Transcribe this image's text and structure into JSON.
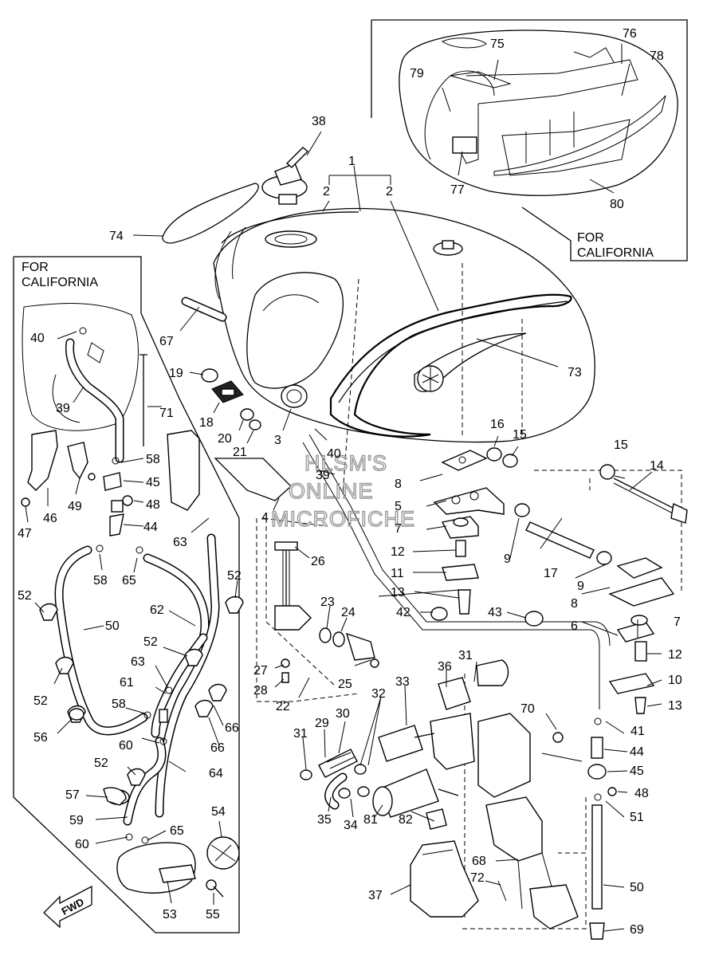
{
  "watermark": [
    "HLSM'S",
    "ONLINE",
    "MICROFICHE"
  ],
  "inset_top_right": {
    "label_line1": "FOR",
    "label_line2": "CALIFORNIA"
  },
  "inset_left": {
    "label_line1": "FOR",
    "label_line2": "CALIFORNIA"
  },
  "fwd_arrow": {
    "text": "FWD"
  },
  "callouts": {
    "p1": "1",
    "p2a": "2",
    "p2b": "2",
    "p3": "3",
    "p4": "4",
    "p5": "5",
    "p6": "6",
    "p7a": "7",
    "p7b": "7",
    "p8a": "8",
    "p8b": "8",
    "p9a": "9",
    "p9b": "9",
    "p10": "10",
    "p11": "11",
    "p12a": "12",
    "p12b": "12",
    "p13a": "13",
    "p13b": "13",
    "p14": "14",
    "p15a": "15",
    "p15b": "15",
    "p16": "16",
    "p17": "17",
    "p18": "18",
    "p19": "19",
    "p20": "20",
    "p21": "21",
    "p22": "22",
    "p23": "23",
    "p24": "24",
    "p25": "25",
    "p26": "26",
    "p27": "27",
    "p28": "28",
    "p29": "29",
    "p30": "30",
    "p31a": "31",
    "p31b": "31",
    "p32": "32",
    "p33": "33",
    "p34": "34",
    "p35": "35",
    "p36": "36",
    "p37": "37",
    "p38": "38",
    "p39a": "39",
    "p39b": "39",
    "p40a": "40",
    "p40b": "40",
    "p41": "41",
    "p42": "42",
    "p43": "43",
    "p44a": "44",
    "p44b": "44",
    "p45a": "45",
    "p45b": "45",
    "p46": "46",
    "p47": "47",
    "p48a": "48",
    "p48b": "48",
    "p49": "49",
    "p50a": "50",
    "p50b": "50",
    "p51": "51",
    "p52a": "52",
    "p52b": "52",
    "p52c": "52",
    "p52d": "52",
    "p52e": "52",
    "p53": "53",
    "p54": "54",
    "p55": "55",
    "p56": "56",
    "p57": "57",
    "p58a": "58",
    "p58b": "58",
    "p58c": "58",
    "p59": "59",
    "p60a": "60",
    "p60b": "60",
    "p61": "61",
    "p62": "62",
    "p63a": "63",
    "p63b": "63",
    "p64": "64",
    "p65a": "65",
    "p65b": "65",
    "p66a": "66",
    "p66b": "66",
    "p67": "67",
    "p68": "68",
    "p69": "69",
    "p70": "70",
    "p71": "71",
    "p72": "72",
    "p73": "73",
    "p74": "74",
    "p75": "75",
    "p76": "76",
    "p77": "77",
    "p78": "78",
    "p79": "79",
    "p80": "80",
    "p81": "81",
    "p82": "82"
  }
}
